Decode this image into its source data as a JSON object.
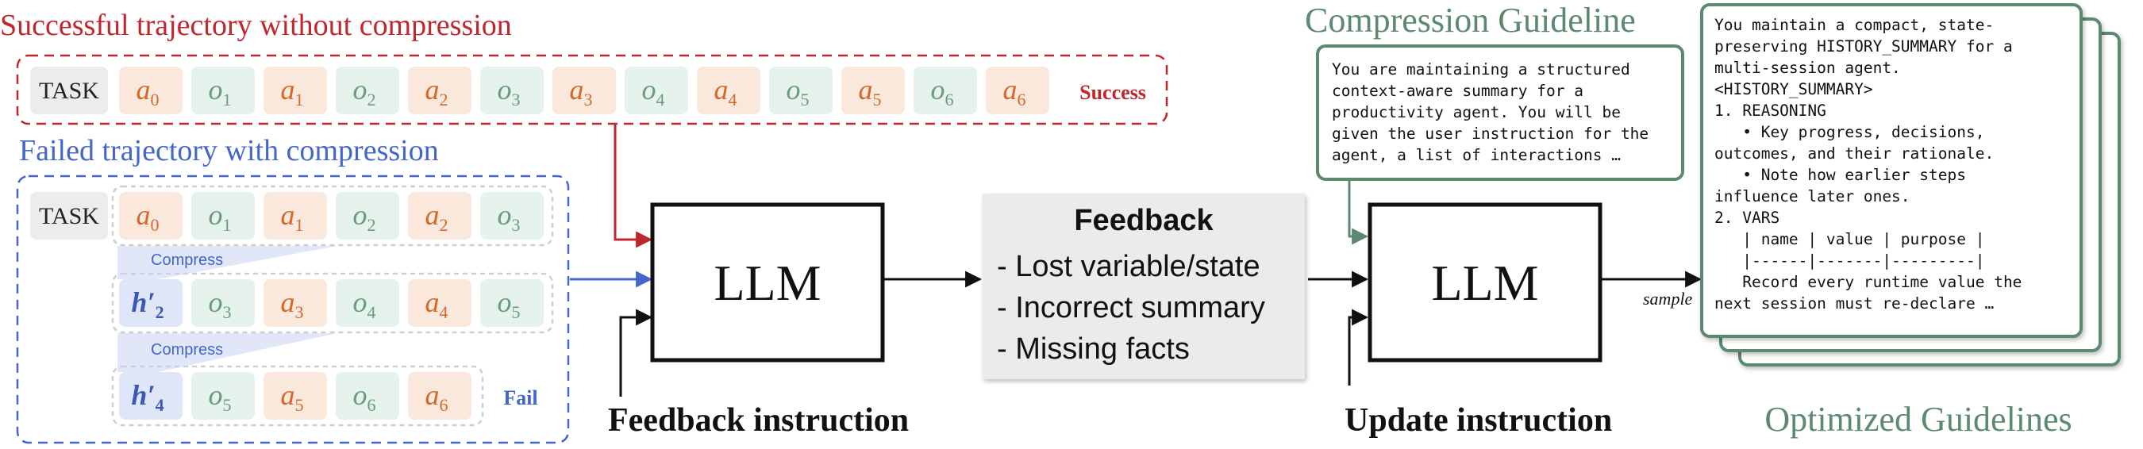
{
  "top_panel": {
    "title": "Successful trajectory without compression",
    "task_label": "TASK",
    "tokens": [
      {
        "sym": "a",
        "sub": "0",
        "kind": "action"
      },
      {
        "sym": "o",
        "sub": "1",
        "kind": "obs"
      },
      {
        "sym": "a",
        "sub": "1",
        "kind": "action"
      },
      {
        "sym": "o",
        "sub": "2",
        "kind": "obs"
      },
      {
        "sym": "a",
        "sub": "2",
        "kind": "action"
      },
      {
        "sym": "o",
        "sub": "3",
        "kind": "obs"
      },
      {
        "sym": "a",
        "sub": "3",
        "kind": "action"
      },
      {
        "sym": "o",
        "sub": "4",
        "kind": "obs"
      },
      {
        "sym": "a",
        "sub": "4",
        "kind": "action"
      },
      {
        "sym": "o",
        "sub": "5",
        "kind": "obs"
      },
      {
        "sym": "a",
        "sub": "5",
        "kind": "action"
      },
      {
        "sym": "o",
        "sub": "6",
        "kind": "obs"
      },
      {
        "sym": "a",
        "sub": "6",
        "kind": "action"
      }
    ],
    "result": "Success"
  },
  "bottom_panel": {
    "title": "Failed trajectory with compression",
    "task_label": "TASK",
    "row1": [
      {
        "sym": "a",
        "sub": "0",
        "kind": "action"
      },
      {
        "sym": "o",
        "sub": "1",
        "kind": "obs"
      },
      {
        "sym": "a",
        "sub": "1",
        "kind": "action"
      },
      {
        "sym": "o",
        "sub": "2",
        "kind": "obs"
      },
      {
        "sym": "a",
        "sub": "2",
        "kind": "action"
      },
      {
        "sym": "o",
        "sub": "3",
        "kind": "obs"
      }
    ],
    "compress_label": "Compress",
    "row2": [
      {
        "sym": "h′",
        "sub": "2",
        "kind": "summary"
      },
      {
        "sym": "o",
        "sub": "3",
        "kind": "obs"
      },
      {
        "sym": "a",
        "sub": "3",
        "kind": "action"
      },
      {
        "sym": "o",
        "sub": "4",
        "kind": "obs"
      },
      {
        "sym": "a",
        "sub": "4",
        "kind": "action"
      },
      {
        "sym": "o",
        "sub": "5",
        "kind": "obs"
      }
    ],
    "row3": [
      {
        "sym": "h′",
        "sub": "4",
        "kind": "summary"
      },
      {
        "sym": "o",
        "sub": "5",
        "kind": "obs"
      },
      {
        "sym": "a",
        "sub": "5",
        "kind": "action"
      },
      {
        "sym": "o",
        "sub": "6",
        "kind": "obs"
      },
      {
        "sym": "a",
        "sub": "6",
        "kind": "action"
      }
    ],
    "result": "Fail"
  },
  "llm_left": {
    "label": "LLM",
    "caption": "Feedback instruction"
  },
  "feedback": {
    "title": "Feedback",
    "items": [
      "- Lost variable/state",
      "- Incorrect summary",
      "- Missing facts"
    ]
  },
  "guideline": {
    "title": "Compression Guideline",
    "lines": [
      "You are maintaining a structured",
      "context-aware summary for a",
      "productivity agent. You will be",
      "given the user instruction for the",
      "agent, a list of interactions …"
    ]
  },
  "llm_right": {
    "label": "LLM",
    "caption": "Update instruction"
  },
  "sample_label": "sample",
  "optimized": {
    "caption": "Optimized Guidelines",
    "lines": [
      "You maintain a compact, state-",
      "preserving HISTORY_SUMMARY for a",
      "multi-session agent.",
      "<HISTORY_SUMMARY>",
      "1. REASONING",
      "   • Key progress, decisions,",
      "outcomes, and their rationale.",
      "   • Note how earlier steps",
      "influence later ones.",
      "2. VARS",
      "   | name | value | purpose |",
      "   |------|-------|---------|",
      "   Record every runtime value the",
      "next session must re-declare …"
    ]
  },
  "colors": {
    "red": "#c0272d",
    "blue": "#4466cc",
    "green": "#5c8a70",
    "action_bg": "#fbe8dc",
    "action_fg": "#d2692a",
    "obs_bg": "#e5f3ec",
    "obs_fg": "#6a9a82",
    "summary_bg": "#dfe6f8",
    "summary_fg": "#3a58b5",
    "task_bg": "#ececec",
    "compress_fg": "#4466cc"
  }
}
